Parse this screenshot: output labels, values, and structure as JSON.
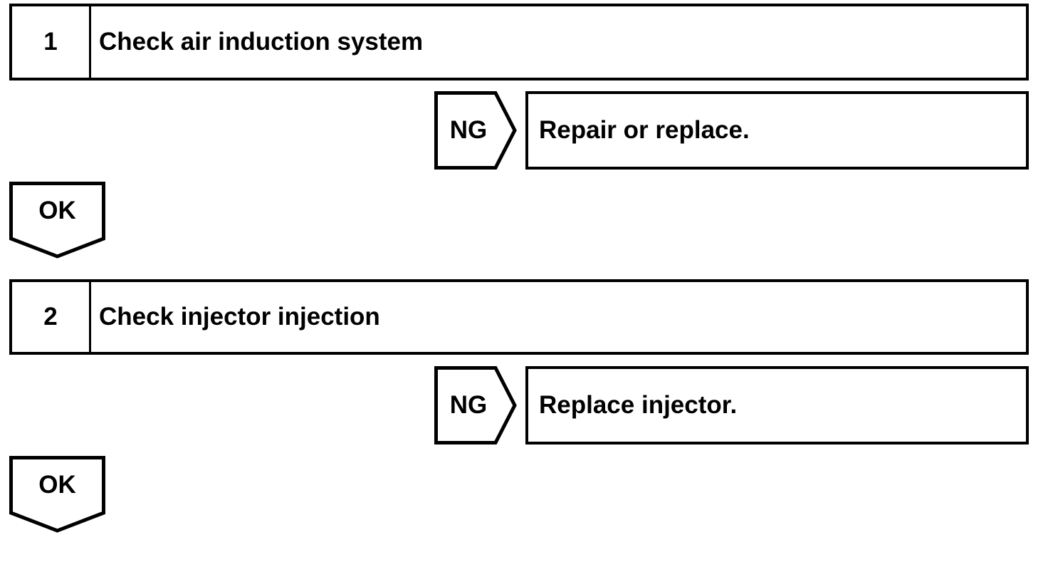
{
  "flowchart": {
    "colors": {
      "line": "#000000",
      "background": "#ffffff",
      "text": "#000000"
    },
    "steps": [
      {
        "number": "1",
        "title": "Check air induction system",
        "ng_label": "NG",
        "ng_action": "Repair or replace.",
        "ok_label": "OK"
      },
      {
        "number": "2",
        "title": "Check injector injection",
        "ng_label": "NG",
        "ng_action": "Replace injector.",
        "ok_label": "OK"
      }
    ]
  }
}
